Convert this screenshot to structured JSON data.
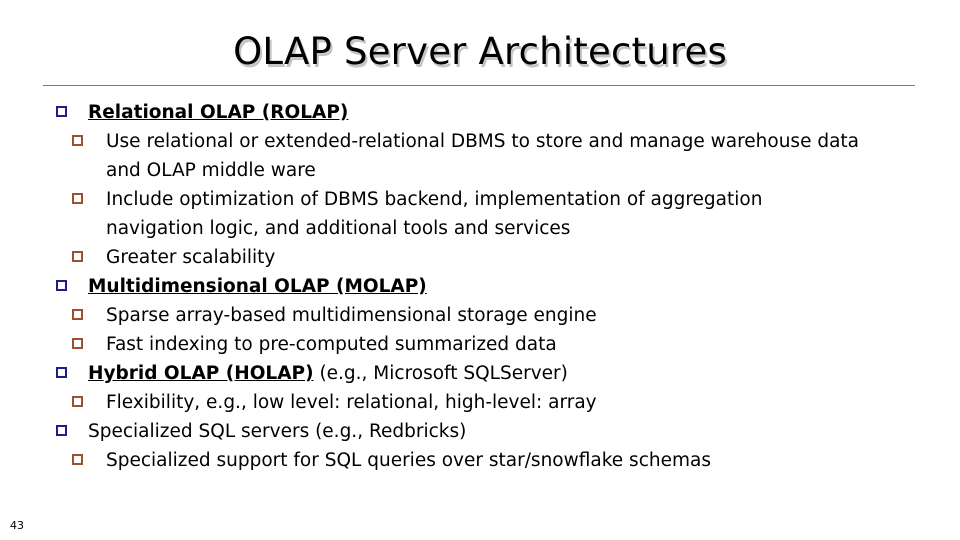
{
  "slide": {
    "title": "OLAP Server Architectures",
    "page_number": "43",
    "colors": {
      "level1_bullet": "#1d1d8c",
      "level2_bullet": "#9c5230",
      "title_text": "#000000",
      "rule": "#7b7b7b",
      "background": "#ffffff"
    },
    "bullets": [
      {
        "level": 1,
        "bullet_icon": "square-outline-icon",
        "heading": "Relational OLAP (ROLAP)",
        "trailing": "",
        "emphasis": "bold-underline"
      },
      {
        "level": 2,
        "bullet_icon": "square-outline-icon",
        "heading": "",
        "text": "Use relational or extended-relational DBMS to store and manage warehouse data and OLAP middle ware",
        "emphasis": "none"
      },
      {
        "level": 2,
        "bullet_icon": "square-outline-icon",
        "heading": "",
        "text": "Include optimization of DBMS backend, implementation of aggregation navigation logic, and additional tools and services",
        "emphasis": "none"
      },
      {
        "level": 2,
        "bullet_icon": "square-outline-icon",
        "heading": "",
        "text": "Greater scalability",
        "emphasis": "none"
      },
      {
        "level": 1,
        "bullet_icon": "square-outline-icon",
        "heading": "Multidimensional OLAP (MOLAP)",
        "trailing": "",
        "emphasis": "bold-underline"
      },
      {
        "level": 2,
        "bullet_icon": "square-outline-icon",
        "heading": "",
        "text": "Sparse array-based multidimensional storage engine",
        "emphasis": "none"
      },
      {
        "level": 2,
        "bullet_icon": "square-outline-icon",
        "heading": "",
        "text": "Fast indexing to pre-computed summarized data",
        "emphasis": "none"
      },
      {
        "level": 1,
        "bullet_icon": "square-outline-icon",
        "heading": "Hybrid OLAP (HOLAP)",
        "trailing": " (e.g., Microsoft SQLServer)",
        "emphasis": "bold-underline"
      },
      {
        "level": 2,
        "bullet_icon": "square-outline-icon",
        "heading": "",
        "text": "Flexibility, e.g., low level: relational, high-level: array",
        "emphasis": "none"
      },
      {
        "level": 1,
        "bullet_icon": "square-outline-icon",
        "heading": "",
        "text": "Specialized SQL servers (e.g., Redbricks)",
        "emphasis": "none"
      },
      {
        "level": 2,
        "bullet_icon": "square-outline-icon",
        "heading": "",
        "text": "Specialized support for SQL queries over star/snowflake schemas",
        "emphasis": "none"
      }
    ]
  }
}
